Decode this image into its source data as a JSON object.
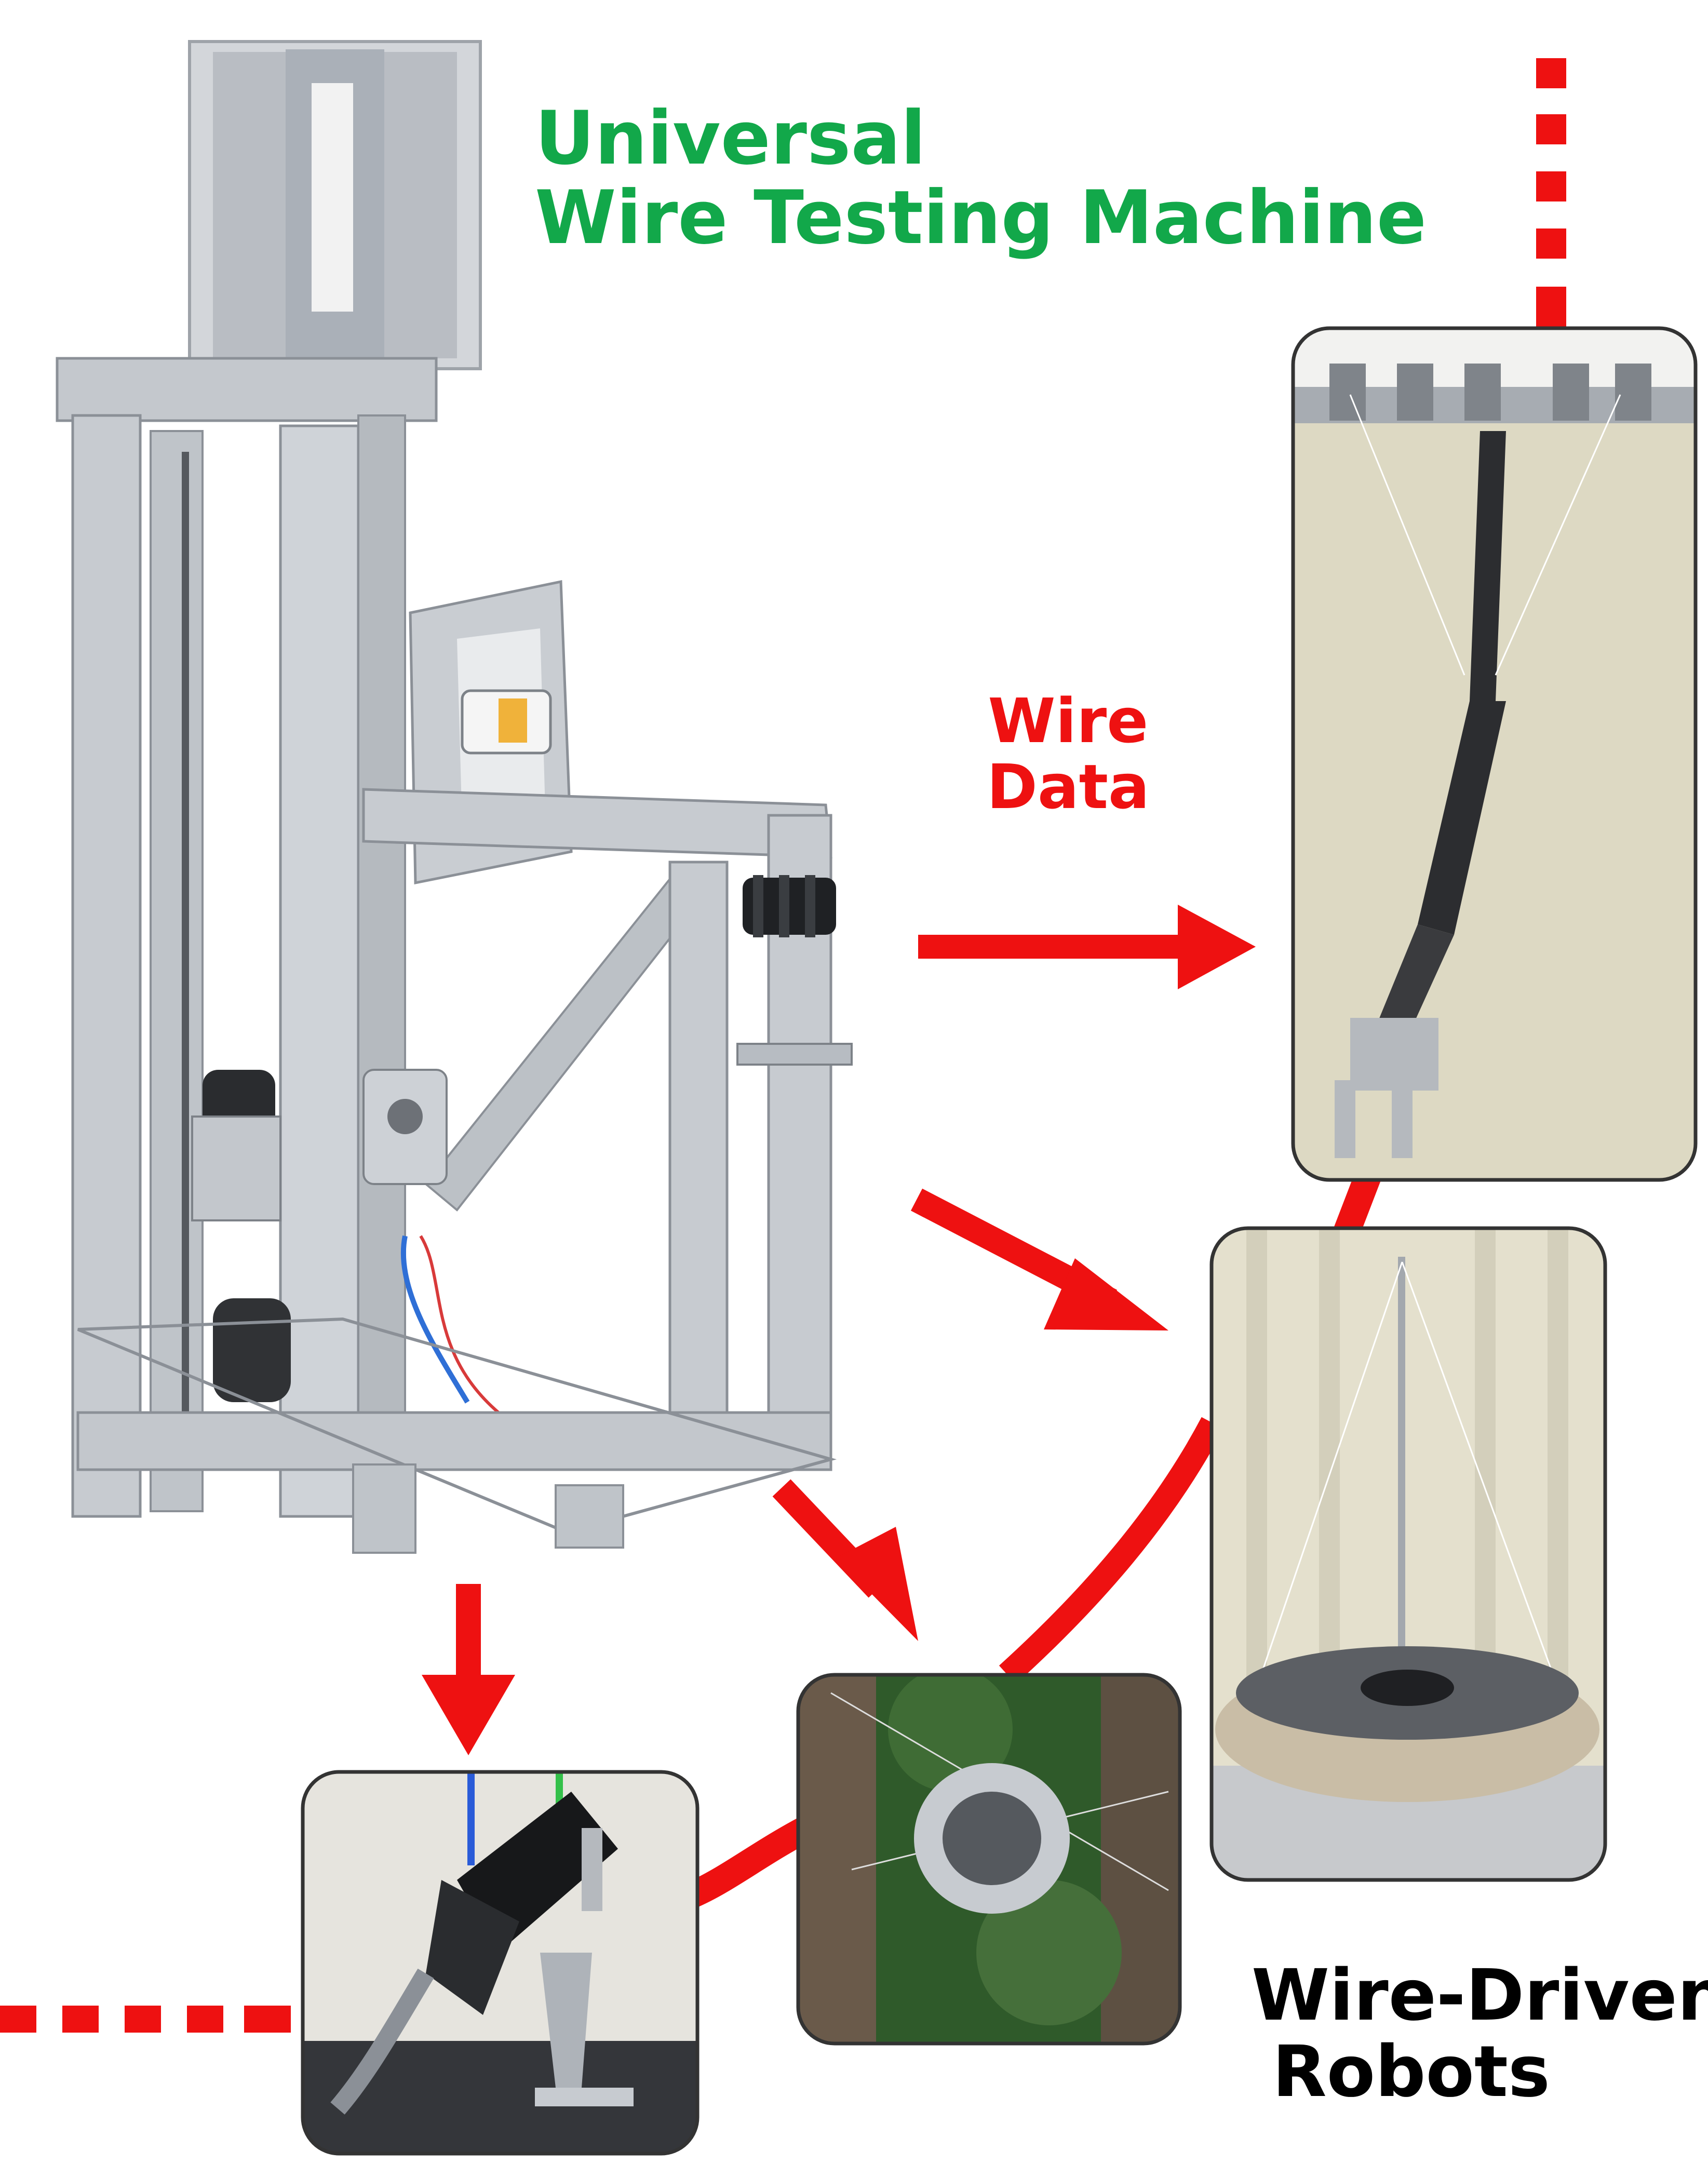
{
  "title": {
    "line1": "Universal",
    "line2": "Wire Testing Machine",
    "color": "#12a84a"
  },
  "flow_label": {
    "line1": "Wire",
    "line2": "Data",
    "color": "#ee1111"
  },
  "robots_label": {
    "line1": "Wire-Driven",
    "line2": "Robots"
  },
  "colors": {
    "arrow": "#ee1111",
    "connector": "#ee1111",
    "frame": "#333333",
    "aluminum": "#c7cbd0",
    "aluminum_dark": "#8b9097",
    "wall": "#ddd9c3"
  },
  "photos": [
    {
      "name": "testing-machine-photo"
    },
    {
      "name": "hanging-arm-robot-photo"
    },
    {
      "name": "tent-base-robot-photo"
    },
    {
      "name": "cable-suspended-robot-photo"
    },
    {
      "name": "legged-robot-photo"
    }
  ]
}
